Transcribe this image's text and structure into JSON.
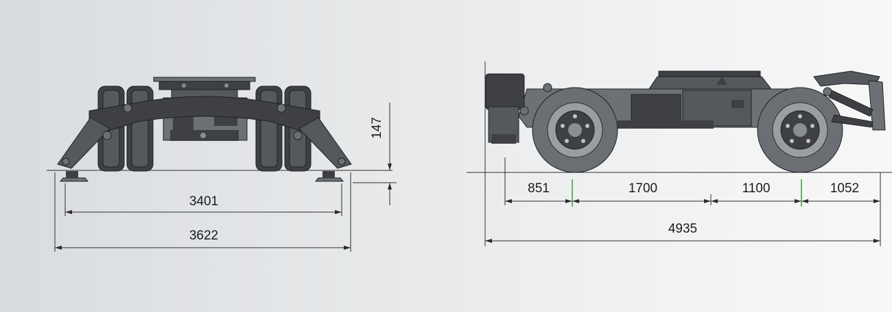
{
  "front_view": {
    "dimensions": {
      "inner_width": "3401",
      "outer_width": "3622",
      "ground_clearance": "147"
    }
  },
  "side_view": {
    "dimensions": {
      "front_overhang": "851",
      "wheelbase_front": "1700",
      "wheelbase_rear": "1100",
      "rear_overhang": "1052",
      "overall_length": "4935"
    }
  },
  "colors": {
    "background_left": "#d9dcdf",
    "background_right": "#f7f7f7",
    "body_dark": "#3e4044",
    "dimension_line": "#2b2b2b",
    "axle_marker": "#3c9a3c"
  }
}
